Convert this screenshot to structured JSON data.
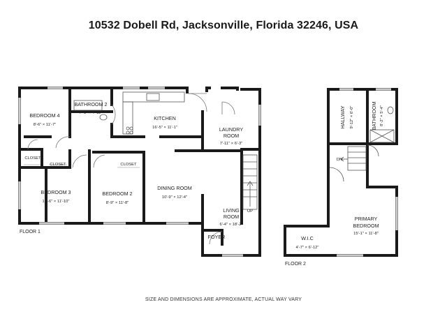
{
  "title": "10532 Dobell Rd, Jacksonville, Florida 32246, USA",
  "footnote": "SIZE AND DIMENSIONS ARE APPROXIMATE, ACTUAL WAY VARY",
  "floors": {
    "floor1_label": "FLOOR 1",
    "floor2_label": "FLOOR 2"
  },
  "rooms": {
    "bedroom4": {
      "name": "BEDROOM 4",
      "dims": "8'-6\" × 11'-7\""
    },
    "bathroom2": {
      "name": "BATHROOM 2",
      "dims": "7'-1\" × 4'-12\""
    },
    "kitchen": {
      "name": "KITCHEN",
      "dims": "16'-5\" × 11'-1\""
    },
    "laundry": {
      "name1": "LAUNDRY",
      "name2": "ROOM",
      "dims": "7'-11\" × 6'-3\""
    },
    "closet_a": {
      "name": "CLOSET"
    },
    "closet_b": {
      "name": "CLOSET"
    },
    "closet_c": {
      "name": "CLOSET"
    },
    "bedroom3": {
      "name": "BEDROOM 3",
      "dims": "12'-6\" × 11'-10\""
    },
    "bedroom2": {
      "name": "BEDROOM 2",
      "dims": "8'-9\" × 11'-8\""
    },
    "dining": {
      "name": "DINING ROOM",
      "dims": "10'-9\" × 12'-4\""
    },
    "living": {
      "name1": "LIVING",
      "name2": "ROOM",
      "dims": "6'-4\" × 18'-2\""
    },
    "foyer": {
      "name": "FOYER"
    },
    "stairs_up": "UP",
    "hallway": {
      "name": "HALLWAY",
      "dims": "9'-12\" × 6'-0\""
    },
    "bathroom": {
      "name": "BATHROOM",
      "dims": "8'-2\" × 5'-4\""
    },
    "stairs_dn": "DN",
    "primary": {
      "name1": "PRIMARY",
      "name2": "BEDROOM",
      "dims": "15'-1\" × 11'-8\""
    },
    "wic": {
      "name": "W.I.C",
      "dims": "4'-7\" × 6'-12\""
    }
  }
}
